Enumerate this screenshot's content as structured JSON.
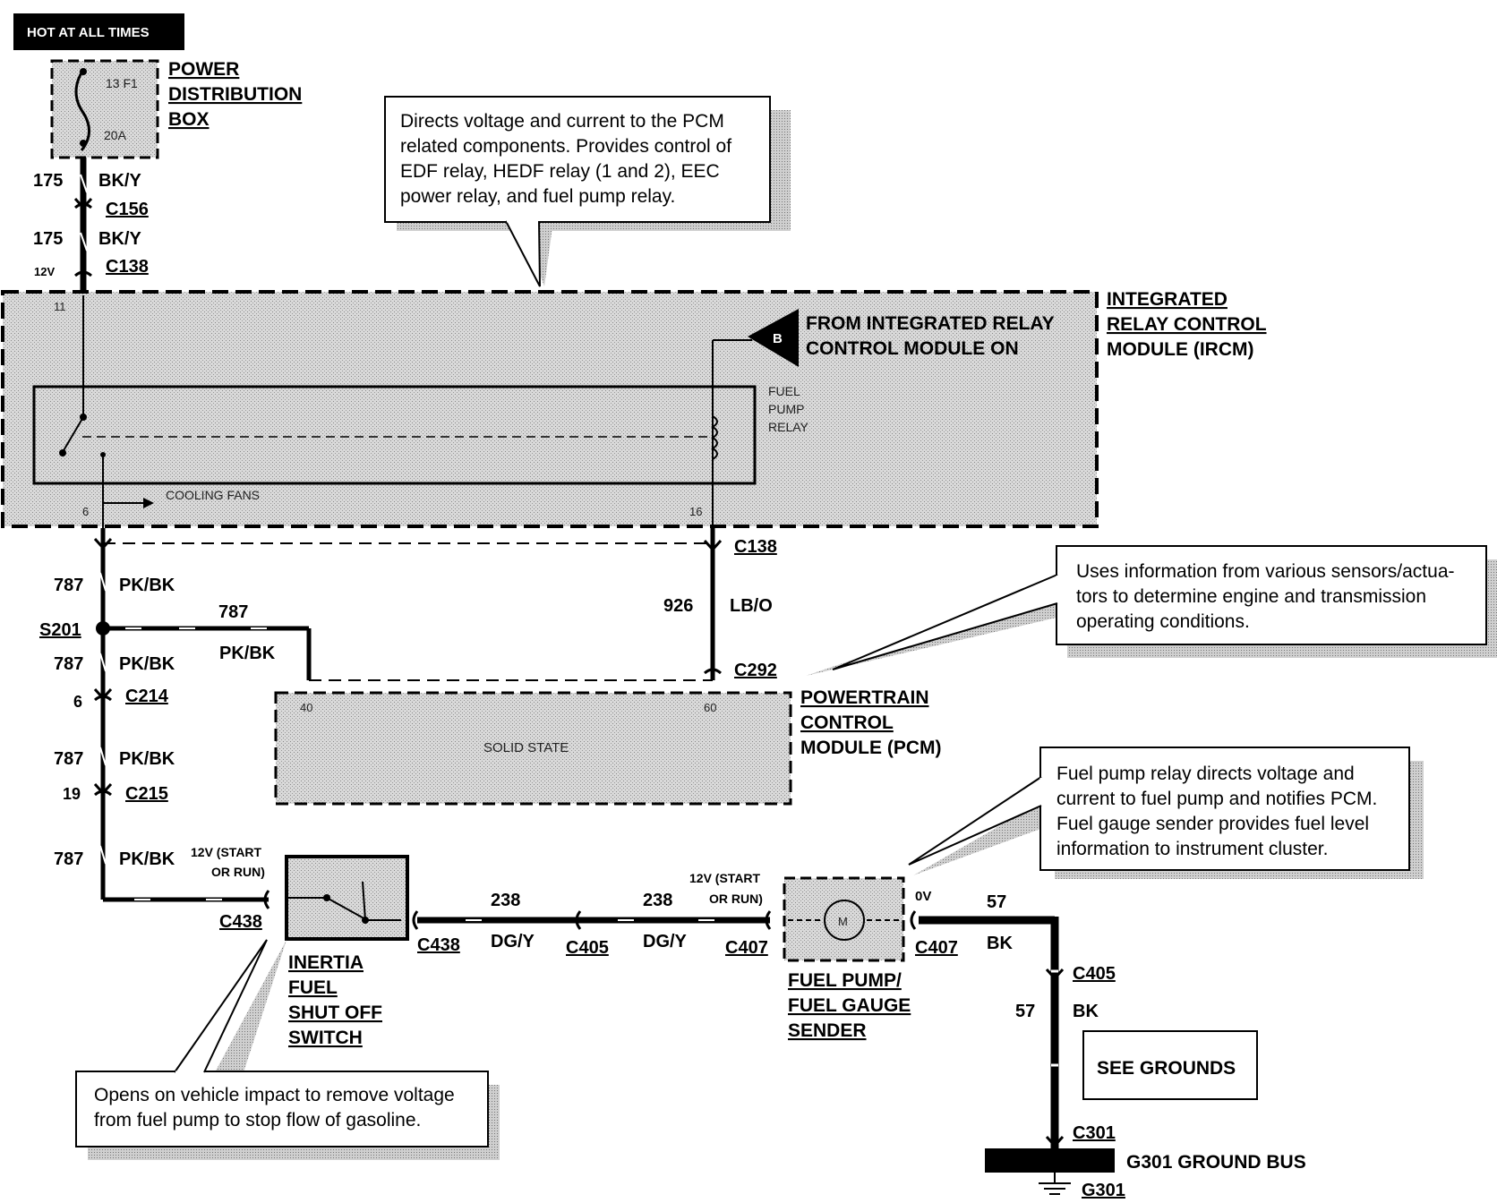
{
  "header": {
    "hot_label": "HOT AT ALL TIMES"
  },
  "power_box": {
    "name_lines": [
      "POWER",
      "DISTRIBUTION",
      "BOX"
    ],
    "fuse_id": "13 F1",
    "fuse_rating": "20A"
  },
  "top_wires": [
    {
      "circuit": "175",
      "color": "BK/Y",
      "connector": "C156"
    },
    {
      "circuit": "175",
      "color": "BK/Y",
      "connector": "C138",
      "voltage": "12V"
    }
  ],
  "callouts": {
    "ircm_lines": [
      "Directs voltage and current to the PCM",
      "related components. Provides control of",
      "EDF relay, HEDF relay (1 and 2), EEC",
      "power relay, and fuel pump relay."
    ],
    "pcm_lines": [
      "Uses information from various sensors/actua-",
      "tors to determine engine and transmission",
      "operating conditions."
    ],
    "pump_lines": [
      "Fuel pump relay directs voltage and",
      "current to fuel pump and notifies PCM.",
      "Fuel gauge sender provides fuel level",
      "information to instrument cluster."
    ],
    "inertia_lines": [
      "Opens on vehicle impact to remove voltage",
      "from fuel pump to stop flow of gasoline."
    ]
  },
  "ircm": {
    "name_lines": [
      "INTEGRATED",
      "RELAY CONTROL",
      "MODULE (IRCM)"
    ],
    "from_marker": "B",
    "from_lines": [
      "FROM INTEGRATED RELAY",
      "CONTROL MODULE ON"
    ],
    "relay_lines": [
      "FUEL",
      "PUMP",
      "RELAY"
    ],
    "cooling_fans": "COOLING FANS",
    "pins": {
      "p11": "11",
      "p6": "6",
      "p16": "16"
    }
  },
  "mid_wires": {
    "left_circuit": "787",
    "left_color": "PK/BK",
    "splice": "S201",
    "branch_circuit": "787",
    "branch_color": "PK/BK",
    "right_connector_top": "C138",
    "right_circuit": "926",
    "right_color": "LB/O",
    "right_connector_bottom": "C292",
    "c214_pin": "6",
    "c214": "C214",
    "c215_pin": "19",
    "c215": "C215",
    "seg3_circuit": "787",
    "seg3_color": "PK/BK",
    "seg4_circuit": "787",
    "seg4_color": "PK/BK",
    "seg5_circuit": "787",
    "seg5_color": "PK/BK"
  },
  "pcm": {
    "name_lines": [
      "POWERTRAIN",
      "CONTROL",
      "MODULE (PCM)"
    ],
    "inner": "SOLID STATE",
    "pin_left": "40",
    "pin_right": "60"
  },
  "bottom": {
    "v_start_run_1": [
      "12V (START",
      "OR RUN)"
    ],
    "c438_left": "C438",
    "inertia_name": [
      "INERTIA",
      "FUEL",
      "SHUT OFF",
      "SWITCH"
    ],
    "c438_right": "C438",
    "wire1_circuit": "238",
    "wire1_color": "DG/Y",
    "c405_mid": "C405",
    "wire2_circuit": "238",
    "wire2_color": "DG/Y",
    "v_start_run_2": [
      "12V (START",
      "OR RUN)"
    ],
    "c407_left": "C407",
    "pump_name": [
      "FUEL PUMP/",
      "FUEL GAUGE",
      "SENDER"
    ],
    "motor": "M",
    "zero_v": "0V",
    "c407_right": "C407",
    "gnd_circuit1": "57",
    "gnd_color1": "BK",
    "c405_gnd": "C405",
    "gnd_circuit2": "57",
    "gnd_color2": "BK",
    "see_grounds": "SEE GROUNDS",
    "c301": "C301",
    "bus_label": "G301 GROUND BUS",
    "g301": "G301"
  }
}
